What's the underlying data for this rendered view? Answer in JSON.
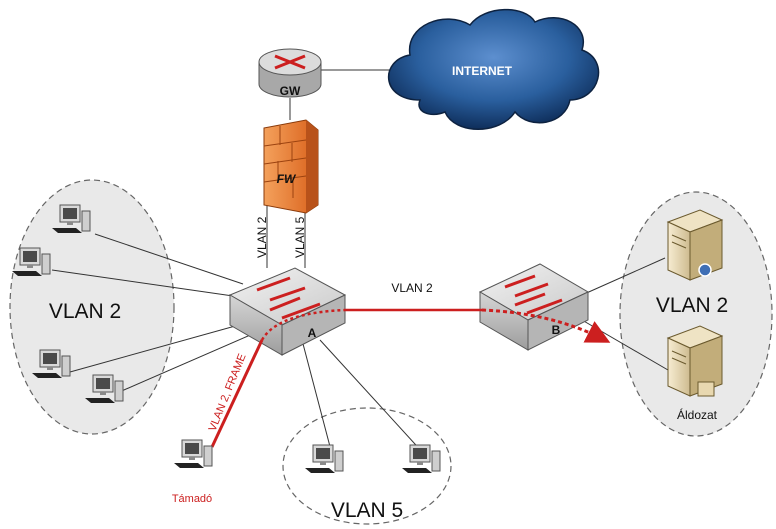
{
  "labels": {
    "internet": "INTERNET",
    "gw": "GW",
    "fw": "FW",
    "vlan_left": "VLAN 2",
    "vlan_right": "VLAN 2",
    "vlan_bottom": "VLAN 5",
    "trunk_vlan2": "VLAN 2",
    "trunk_vlan5": "VLAN 5",
    "link_vlan2": "VLAN 2",
    "attack_frame": "VLAN 2, FRAME",
    "attacker": "Támadó",
    "victim": "Áldozat",
    "switch_a": "A",
    "switch_b": "B"
  },
  "colors": {
    "attack_red": "#cc1f1f",
    "firewall_orange": "#e8782a",
    "cloud_blue": "#2a5f9e",
    "zone_fill": "#e9e9e9"
  }
}
